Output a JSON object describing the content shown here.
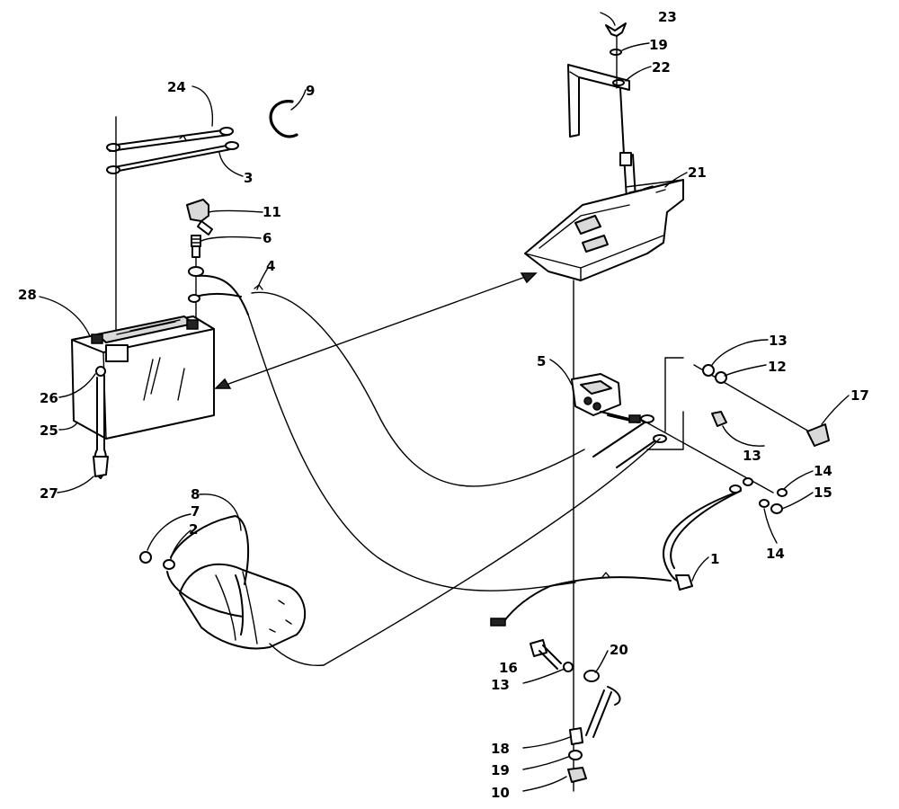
{
  "diagram": {
    "callouts": [
      {
        "id": "c1",
        "text": "1"
      },
      {
        "id": "c2",
        "text": "2"
      },
      {
        "id": "c3",
        "text": "3"
      },
      {
        "id": "c4",
        "text": "4"
      },
      {
        "id": "c5",
        "text": "5"
      },
      {
        "id": "c6",
        "text": "6"
      },
      {
        "id": "c7",
        "text": "7"
      },
      {
        "id": "c8",
        "text": "8"
      },
      {
        "id": "c9",
        "text": "9"
      },
      {
        "id": "c10",
        "text": "10"
      },
      {
        "id": "c11",
        "text": "11"
      },
      {
        "id": "c12",
        "text": "12"
      },
      {
        "id": "c13a",
        "text": "13"
      },
      {
        "id": "c13b",
        "text": "13"
      },
      {
        "id": "c13c",
        "text": "13"
      },
      {
        "id": "c14a",
        "text": "14"
      },
      {
        "id": "c14b",
        "text": "14"
      },
      {
        "id": "c15",
        "text": "15"
      },
      {
        "id": "c16",
        "text": "16"
      },
      {
        "id": "c17",
        "text": "17"
      },
      {
        "id": "c18",
        "text": "18"
      },
      {
        "id": "c19a",
        "text": "19"
      },
      {
        "id": "c19b",
        "text": "19"
      },
      {
        "id": "c20",
        "text": "20"
      },
      {
        "id": "c21",
        "text": "21"
      },
      {
        "id": "c22",
        "text": "22"
      },
      {
        "id": "c23",
        "text": "23"
      },
      {
        "id": "c24",
        "text": "24"
      },
      {
        "id": "c25",
        "text": "25"
      },
      {
        "id": "c26",
        "text": "26"
      },
      {
        "id": "c27",
        "text": "27"
      },
      {
        "id": "c28",
        "text": "28"
      }
    ]
  }
}
